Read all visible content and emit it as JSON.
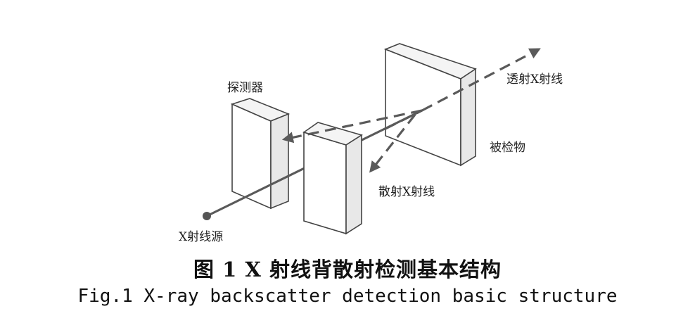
{
  "labels": {
    "detector": "探测器",
    "transmitted": "透射X射线",
    "object": "被检物",
    "scattered": "散射X射线",
    "source": "X射线源"
  },
  "caption": {
    "cn": "图 1 X 射线背散射检测基本结构",
    "en": "Fig.1 X-ray backscatter detection basic structure"
  }
}
